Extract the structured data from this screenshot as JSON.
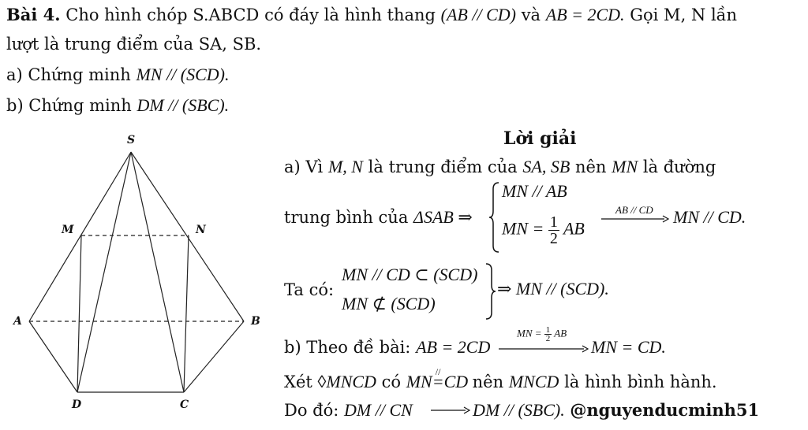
{
  "problem": {
    "label": "Bài 4.",
    "line1_text": "Cho hình chóp S.ABCD có đáy là hình thang",
    "line1_cond1": "(AB // CD)",
    "line1_and": "và",
    "line1_cond2": "AB = 2CD.",
    "line1_tail": "Gọi M, N lần",
    "line2": "lượt là trung điểm của SA, SB.",
    "part_a_label": "a) Chứng minh",
    "part_a_math": "MN // (SCD).",
    "part_b_label": "b) Chứng minh",
    "part_b_math": "DM // (SBC)."
  },
  "figure": {
    "vertices": {
      "S": "S",
      "M": "M",
      "N": "N",
      "A": "A",
      "B": "B",
      "D": "D",
      "C": "C"
    }
  },
  "solution": {
    "title": "Lời giải",
    "a_line1_prefix": "a) Vì",
    "a_line1_math1": "M, N",
    "a_line1_mid": "là trung điểm của",
    "a_line1_math2": "SA, SB",
    "a_line1_mid2": "nên",
    "a_line1_math3": "MN",
    "a_line1_tail": "là đường",
    "a_line2_prefix": "trung bình của",
    "a_line2_triangle": "ΔSAB ⇒",
    "a_sys_row1": "MN // AB",
    "a_sys_row2_left": "MN =",
    "a_sys_row2_frac_num": "1",
    "a_sys_row2_frac_den": "2",
    "a_sys_row2_right": "AB",
    "a_arrow_label": "AB // CD",
    "a_result": "MN // CD.",
    "a2_prefix": "Ta có:",
    "a2_row1": "MN // CD ⊂ (SCD)",
    "a2_row2": "MN ⊄ (SCD)",
    "a2_result": "⇒ MN // (SCD).",
    "b_prefix": "b) Theo đề bài:",
    "b_math1": "AB = 2CD",
    "b_arrow_label_left": "MN =",
    "b_arrow_label_num": "1",
    "b_arrow_label_den": "2",
    "b_arrow_label_right": "AB",
    "b_result": "MN = CD.",
    "b2_prefix": "Xét",
    "b2_math1": "◊MNCD",
    "b2_mid": "có",
    "b2_math2_left": "MN",
    "b2_math2_eq": "=",
    "b2_math2_right": "CD",
    "b2_tail_1": "nên",
    "b2_math3": "MNCD",
    "b2_tail_2": "là hình bình hành.",
    "b3_prefix": "Do đó:",
    "b3_math1": "DM // CN",
    "b3_math2": "DM // (SBC).",
    "handle": "@nguyenducminh51"
  }
}
